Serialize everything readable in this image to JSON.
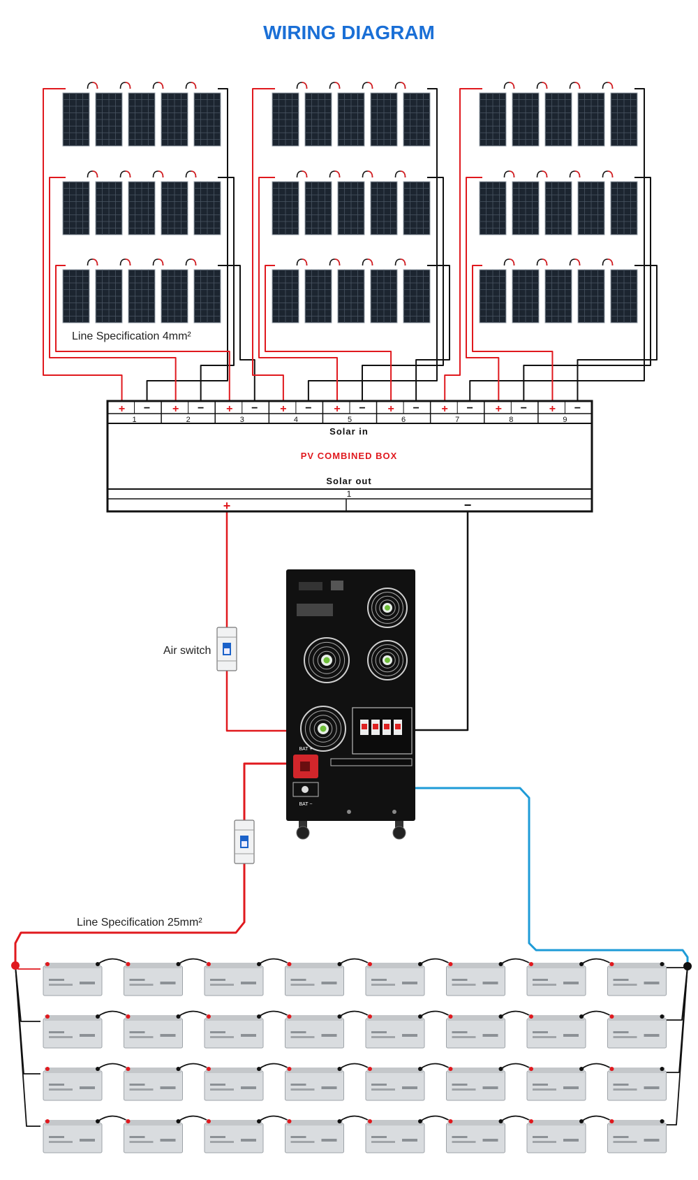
{
  "title": "WIRING DIAGRAM",
  "colors": {
    "title": "#1a6fd6",
    "positive_wire": "#e0191e",
    "negative_wire": "#111111",
    "battery_negative_wire": "#1e9bd7",
    "panel": "#1c2530",
    "battery": "#d9dcdf",
    "inverter": "#111111"
  },
  "labels": {
    "panel_line_spec": "Line Specification 4mm²",
    "battery_line_spec": "Line Specification 25mm²",
    "air_switch": "Air switch"
  },
  "combiner_box": {
    "name": "PV COMBINED BOX",
    "input_label": "Solar in",
    "output_label": "Solar out",
    "input_channels": [
      "1",
      "2",
      "3",
      "4",
      "5",
      "6",
      "7",
      "8",
      "9"
    ],
    "output_channels": [
      "1"
    ],
    "plus": "+",
    "minus": "−"
  },
  "solar_array": {
    "groups": 3,
    "rows_per_group": 3,
    "panels_per_string": 5,
    "icon": "solar-panel-icon"
  },
  "battery_bank": {
    "rows": 4,
    "per_row": 8,
    "icon": "battery-icon"
  },
  "inverter": {
    "icon": "inverter-icon",
    "battery_plus": "BAT +",
    "battery_minus": "BAT −"
  }
}
